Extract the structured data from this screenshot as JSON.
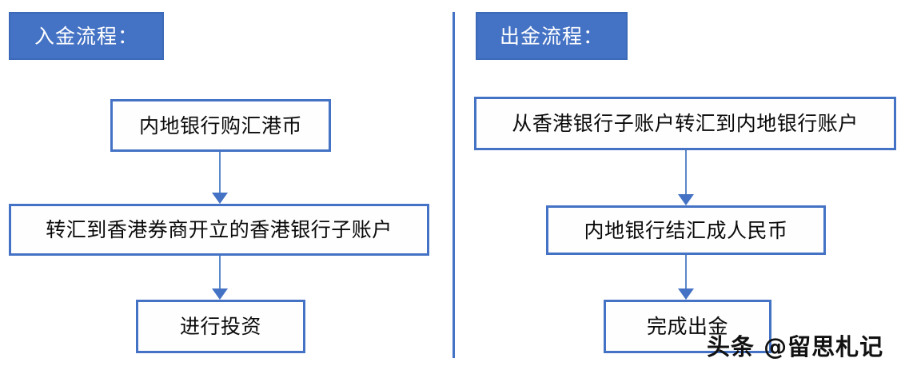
{
  "diagram": {
    "title_left": "入金流程：",
    "title_right": "出金流程：",
    "colors": {
      "accent_blue": "#4472C4",
      "arrow_blue": "#5B88C8",
      "box_fill": "#FEFEFE",
      "header_text": "#FFFFFF",
      "node_text": "#0A0A0A"
    }
  },
  "flows": [
    {
      "id": "deposit",
      "header": "入金流程：",
      "steps": [
        {
          "label": "内地银行购汇港币"
        },
        {
          "label": "转汇到香港券商开立的香港银行子账户"
        },
        {
          "label": "进行投资"
        }
      ]
    },
    {
      "id": "withdraw",
      "header": "出金流程：",
      "steps": [
        {
          "label": "从香港银行子账户转汇到内地银行账户"
        },
        {
          "label": "内地银行结汇成人民币"
        },
        {
          "label": "完成出金"
        }
      ]
    }
  ],
  "watermark": {
    "text": "头条 @留思札记"
  }
}
